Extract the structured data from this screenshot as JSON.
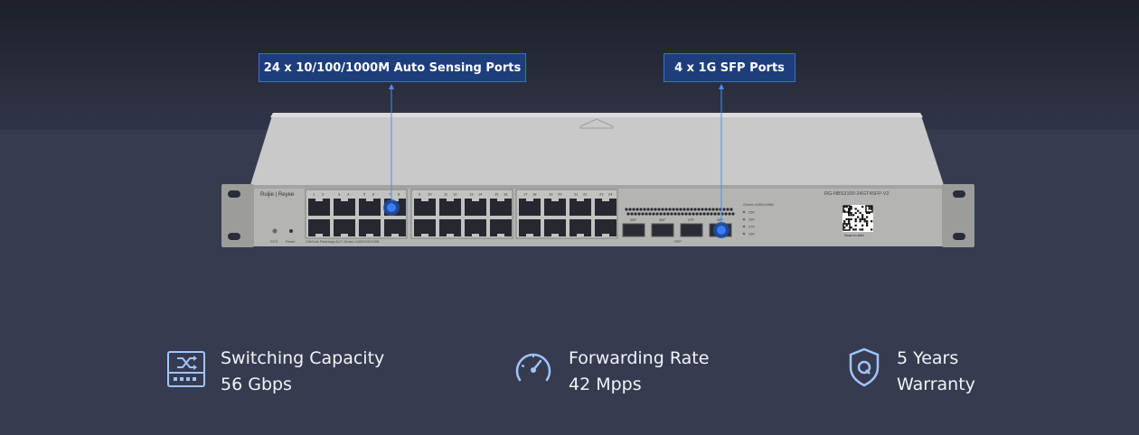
{
  "callouts": {
    "ports": "24 x 10/100/1000M Auto Sensing Ports",
    "sfp": "4 x 1G SFP Ports"
  },
  "device": {
    "brand": "Ruijie | Reyee",
    "model": "RG-NBS3100-24GT4SFP-V2",
    "qr_caption": "Scan to Add",
    "label_sys": "SYS",
    "label_reset": "Reset",
    "label_leds": "Ctrl/Link   Flashing=ACT   Green=1000/100/10M",
    "sfp_legend_title": "Green=1000/100M",
    "sfp_legend": [
      "25F",
      "26F",
      "27F",
      "28F"
    ],
    "sfp_labels": [
      "25F",
      "26F",
      "27F",
      "28F"
    ],
    "sfp_group_label": "SFP",
    "port_numbers": [
      "1",
      "2",
      "3",
      "4",
      "5",
      "6",
      "7",
      "8",
      "9",
      "10",
      "11",
      "12",
      "13",
      "14",
      "15",
      "16",
      "17",
      "18",
      "19",
      "20",
      "21",
      "22",
      "23",
      "24"
    ]
  },
  "features": [
    {
      "icon": "switch-icon",
      "title": "Switching Capacity",
      "value": "56 Gbps"
    },
    {
      "icon": "speedometer-icon",
      "title": "Forwarding Rate",
      "value": "42 Mpps"
    },
    {
      "icon": "shield-q-icon",
      "title": "5 Years",
      "value": "Warranty"
    }
  ]
}
